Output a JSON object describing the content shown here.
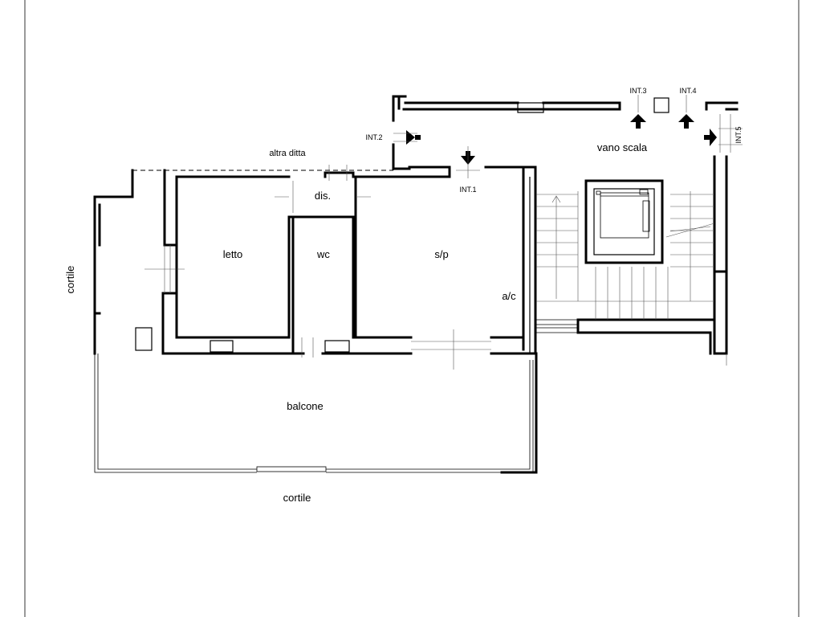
{
  "rooms": {
    "letto": "letto",
    "wc": "wc",
    "dis": "dis.",
    "sp": "s/p",
    "ac": "a/c",
    "balcone": "balcone",
    "vano_scala": "vano scala"
  },
  "surroundings": {
    "cortile_left": "cortile",
    "cortile_bottom": "cortile",
    "altra_ditta": "altra ditta"
  },
  "entrances": {
    "int1": "INT.1",
    "int2": "INT.2",
    "int3": "INT.3",
    "int4": "INT.4",
    "int5": "INT.5"
  }
}
